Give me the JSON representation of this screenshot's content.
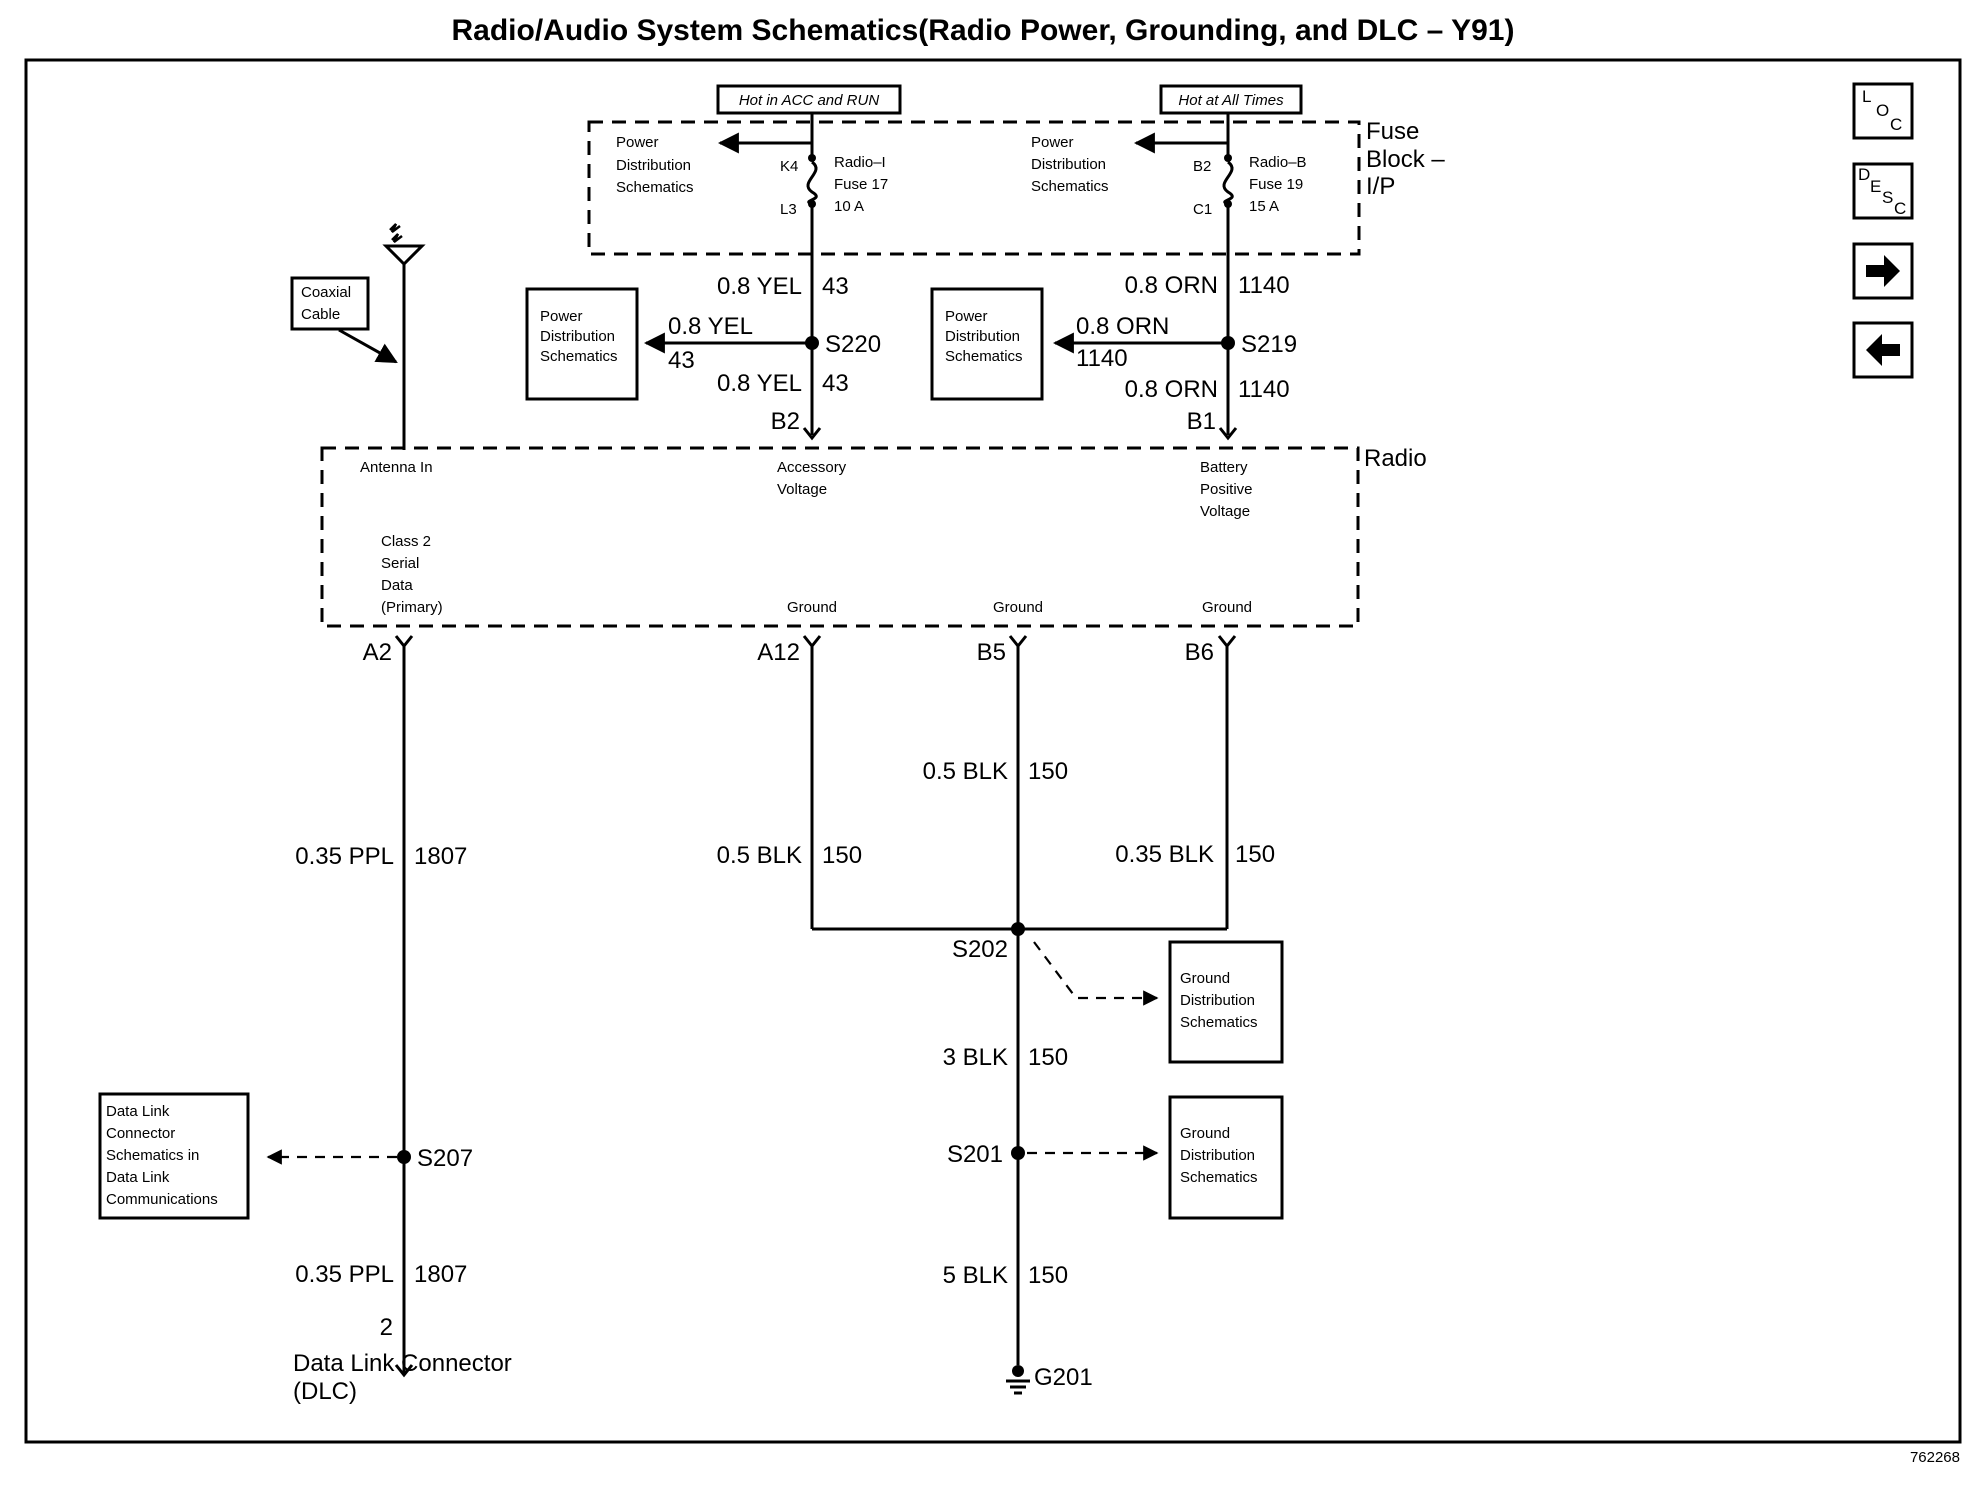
{
  "title": "Radio/Audio System Schematics(Radio Power, Grounding, and DLC – Y91)",
  "figure_id": "762268",
  "nav": {
    "loc_letters": [
      "L",
      "O",
      "C"
    ],
    "desc_letters": [
      "D",
      "E",
      "S",
      "C"
    ],
    "next_icon": "arrow-right-icon",
    "prev_icon": "arrow-left-icon"
  },
  "fuse_block": {
    "name": [
      "Fuse",
      "Block –",
      "I/P"
    ],
    "hot_acc_run": "Hot in ACC and RUN",
    "hot_all_times": "Hot at All Times",
    "pds_left": [
      "Power",
      "Distribution",
      "Schematics"
    ],
    "pds_right": [
      "Power",
      "Distribution",
      "Schematics"
    ],
    "fuse17": {
      "pin_in": "K4",
      "pin_out": "L3",
      "text": [
        "Radio–I",
        "Fuse 17",
        "10 A"
      ]
    },
    "fuse19": {
      "pin_in": "B2",
      "pin_out": "C1",
      "text": [
        "Radio–B",
        "Fuse 19",
        "15 A"
      ]
    }
  },
  "splices": {
    "s220": "S220",
    "s219": "S219",
    "s202": "S202",
    "s201": "S201",
    "s207": "S207"
  },
  "pds_box_left": [
    "Power",
    "Distribution",
    "Schematics"
  ],
  "pds_box_right": [
    "Power",
    "Distribution",
    "Schematics"
  ],
  "coax_label": [
    "Coaxial",
    "Cable"
  ],
  "wires": {
    "yel_size": "0.8 YEL",
    "yel_circuit": "43",
    "orn_size": "0.8 ORN",
    "orn_circuit": "1140",
    "ppl_size": "0.35 PPL",
    "ppl_circuit": "1807",
    "blk05": "0.5 BLK",
    "blk035": "0.35 BLK",
    "blk3": "3 BLK",
    "blk5": "5 BLK",
    "blk_circuit": "150"
  },
  "radio": {
    "name": "Radio",
    "antenna_in": "Antenna In",
    "accessory": [
      "Accessory",
      "Voltage"
    ],
    "battery": [
      "Battery",
      "Positive",
      "Voltage"
    ],
    "class2": [
      "Class 2",
      "Serial",
      "Data",
      "(Primary)"
    ],
    "ground": "Ground"
  },
  "pins": {
    "b2": "B2",
    "b1": "B1",
    "a2": "A2",
    "a12": "A12",
    "b5": "B5",
    "b6": "B6",
    "dlc_pin": "2"
  },
  "gds_box_1": [
    "Ground",
    "Distribution",
    "Schematics"
  ],
  "gds_box_2": [
    "Ground",
    "Distribution",
    "Schematics"
  ],
  "dlc_box": [
    "Data Link",
    "Connector",
    "Schematics in",
    "Data Link",
    "Communications"
  ],
  "dlc_label": [
    "Data Link Connector",
    "(DLC)"
  ],
  "ground_point": "G201"
}
